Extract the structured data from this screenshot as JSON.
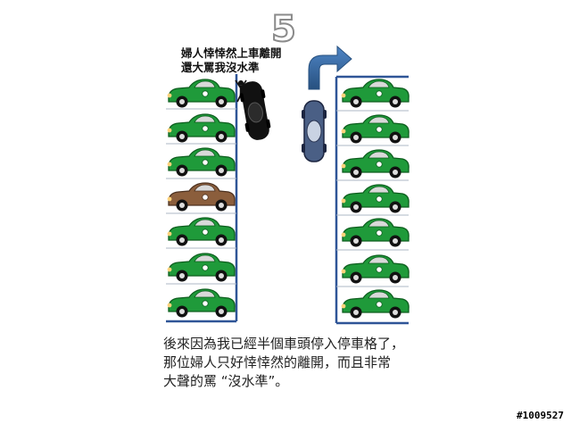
{
  "step_number": "5",
  "callout": {
    "line1": "婦人悻悻然上車離開",
    "line2": "還大罵我沒水準"
  },
  "caption": {
    "line1": "後來因為我已經半個車頭停入停車格了，",
    "line2": "那位婦人只好悻悻然的離開，而且非常",
    "line3": "大聲的罵 “沒水準”。"
  },
  "watermark": "#1009527",
  "colors": {
    "parked_car": "#1f9a3a",
    "parked_car_dark": "#0d5e1e",
    "brown_car": "#8b5e3c",
    "black_car": "#111111",
    "blue_car": "#4a5f85",
    "arrow": "#3d6fa8",
    "lot_line": "#2f5597"
  }
}
